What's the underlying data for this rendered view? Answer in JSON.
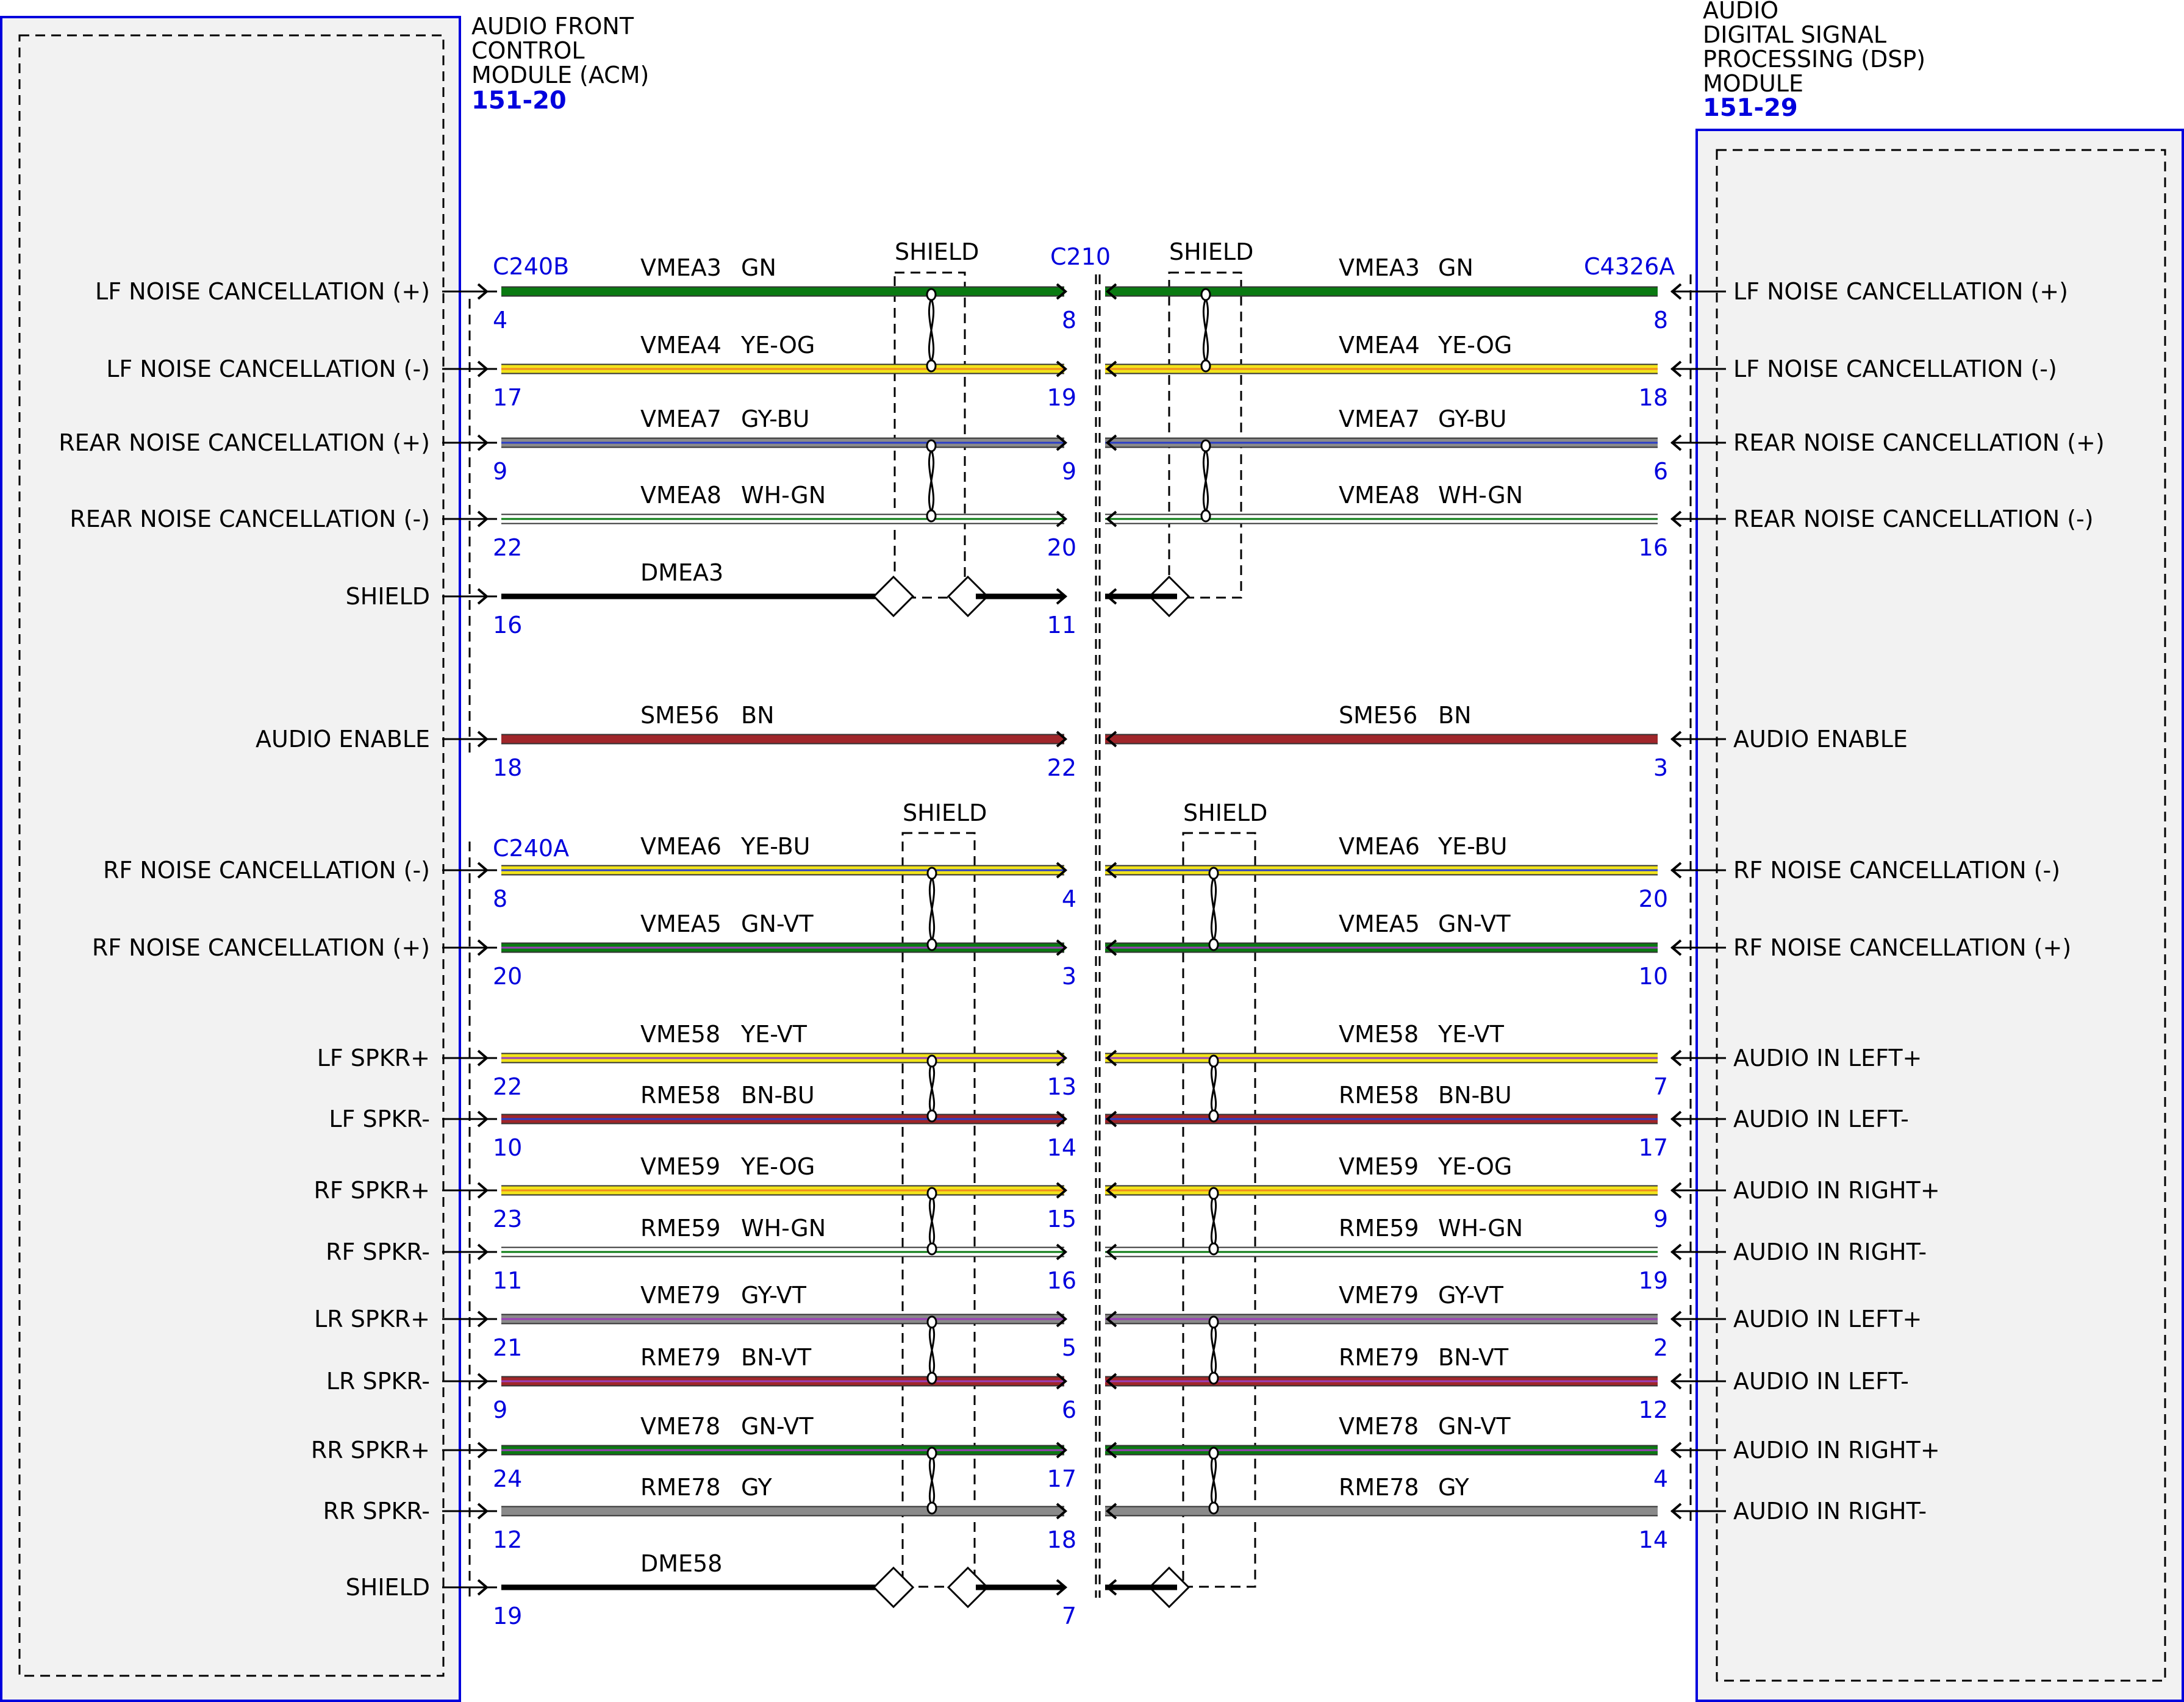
{
  "modules": {
    "acm": {
      "title_lines": [
        "AUDIO FRONT",
        "CONTROL",
        "MODULE (ACM)"
      ],
      "ref": "151-20"
    },
    "dsp": {
      "title_lines": [
        "AUDIO",
        "DIGITAL SIGNAL",
        "PROCESSING (DSP)",
        "MODULE"
      ],
      "ref": "151-29"
    }
  },
  "connectors": {
    "left_top": "C240B",
    "left_bottom": "C240A",
    "middle": "C210",
    "right": "C4326A"
  },
  "shield_label": "SHIELD",
  "colors": {
    "GN": "#0a7a12",
    "YE": "#f2e41c",
    "GY": "#8a8a8a",
    "BU": "#2a3ec8",
    "WH": "#ffffff",
    "BN": "#a0262a",
    "VT": "#9b3fb8",
    "OG": "#f08a1e",
    "BK": "#000000",
    "module_border": "#0000dd",
    "module_fill": "#f2f2f2"
  },
  "circuits": [
    {
      "left_label": "LF NOISE CANCELLATION (+)",
      "right_label": "LF NOISE CANCELLATION (+)",
      "circuit": "VMEA3",
      "color_code": "GN",
      "base": "GN",
      "stripe": null,
      "pin_left": "4",
      "pin_mid": "8",
      "pin_right": "8"
    },
    {
      "left_label": "LF NOISE CANCELLATION (-)",
      "right_label": "LF NOISE CANCELLATION (-)",
      "circuit": "VMEA4",
      "color_code": "YE-OG",
      "base": "YE",
      "stripe": "OG",
      "pin_left": "17",
      "pin_mid": "19",
      "pin_right": "18"
    },
    {
      "left_label": "REAR NOISE CANCELLATION (+)",
      "right_label": "REAR NOISE CANCELLATION (+)",
      "circuit": "VMEA7",
      "color_code": "GY-BU",
      "base": "GY",
      "stripe": "BU",
      "pin_left": "9",
      "pin_mid": "9",
      "pin_right": "6"
    },
    {
      "left_label": "REAR NOISE CANCELLATION (-)",
      "right_label": "REAR NOISE CANCELLATION (-)",
      "circuit": "VMEA8",
      "color_code": "WH-GN",
      "base": "WH",
      "stripe": "GN",
      "pin_left": "22",
      "pin_mid": "20",
      "pin_right": "16"
    },
    {
      "left_label": "SHIELD",
      "right_label": "",
      "circuit": "DMEA3",
      "color_code": "",
      "base": "BK",
      "stripe": null,
      "pin_left": "16",
      "pin_mid": "11",
      "pin_right": ""
    },
    {
      "left_label": "AUDIO ENABLE",
      "right_label": "AUDIO ENABLE",
      "circuit": "SME56",
      "color_code": "BN",
      "base": "BN",
      "stripe": null,
      "pin_left": "18",
      "pin_mid": "22",
      "pin_right": "3"
    },
    {
      "left_label": "RF NOISE CANCELLATION (-)",
      "right_label": "RF NOISE CANCELLATION (-)",
      "circuit": "VMEA6",
      "color_code": "YE-BU",
      "base": "YE",
      "stripe": "BU",
      "pin_left": "8",
      "pin_mid": "4",
      "pin_right": "20"
    },
    {
      "left_label": "RF NOISE CANCELLATION (+)",
      "right_label": "RF NOISE CANCELLATION (+)",
      "circuit": "VMEA5",
      "color_code": "GN-VT",
      "base": "GN",
      "stripe": "VT",
      "pin_left": "20",
      "pin_mid": "3",
      "pin_right": "10"
    },
    {
      "left_label": "LF SPKR+",
      "right_label": "AUDIO IN LEFT+",
      "circuit": "VME58",
      "color_code": "YE-VT",
      "base": "YE",
      "stripe": "VT",
      "pin_left": "22",
      "pin_mid": "13",
      "pin_right": "7"
    },
    {
      "left_label": "LF SPKR-",
      "right_label": "AUDIO IN LEFT-",
      "circuit": "RME58",
      "color_code": "BN-BU",
      "base": "BN",
      "stripe": "BU",
      "pin_left": "10",
      "pin_mid": "14",
      "pin_right": "17"
    },
    {
      "left_label": "RF SPKR+",
      "right_label": "AUDIO IN RIGHT+",
      "circuit": "VME59",
      "color_code": "YE-OG",
      "base": "YE",
      "stripe": "OG",
      "pin_left": "23",
      "pin_mid": "15",
      "pin_right": "9"
    },
    {
      "left_label": "RF SPKR-",
      "right_label": "AUDIO IN RIGHT-",
      "circuit": "RME59",
      "color_code": "WH-GN",
      "base": "WH",
      "stripe": "GN",
      "pin_left": "11",
      "pin_mid": "16",
      "pin_right": "19"
    },
    {
      "left_label": "LR SPKR+",
      "right_label": "AUDIO IN LEFT+",
      "circuit": "VME79",
      "color_code": "GY-VT",
      "base": "GY",
      "stripe": "VT",
      "pin_left": "21",
      "pin_mid": "5",
      "pin_right": "2"
    },
    {
      "left_label": "LR SPKR-",
      "right_label": "AUDIO IN LEFT-",
      "circuit": "RME79",
      "color_code": "BN-VT",
      "base": "BN",
      "stripe": "VT",
      "pin_left": "9",
      "pin_mid": "6",
      "pin_right": "12"
    },
    {
      "left_label": "RR SPKR+",
      "right_label": "AUDIO IN RIGHT+",
      "circuit": "VME78",
      "color_code": "GN-VT",
      "base": "GN",
      "stripe": "VT",
      "pin_left": "24",
      "pin_mid": "17",
      "pin_right": "4"
    },
    {
      "left_label": "RR SPKR-",
      "right_label": "AUDIO IN RIGHT-",
      "circuit": "RME78",
      "color_code": "GY",
      "base": "GY",
      "stripe": null,
      "pin_left": "12",
      "pin_mid": "18",
      "pin_right": "14"
    },
    {
      "left_label": "SHIELD",
      "right_label": "",
      "circuit": "DME58",
      "color_code": "",
      "base": "BK",
      "stripe": null,
      "pin_left": "19",
      "pin_mid": "7",
      "pin_right": ""
    }
  ]
}
